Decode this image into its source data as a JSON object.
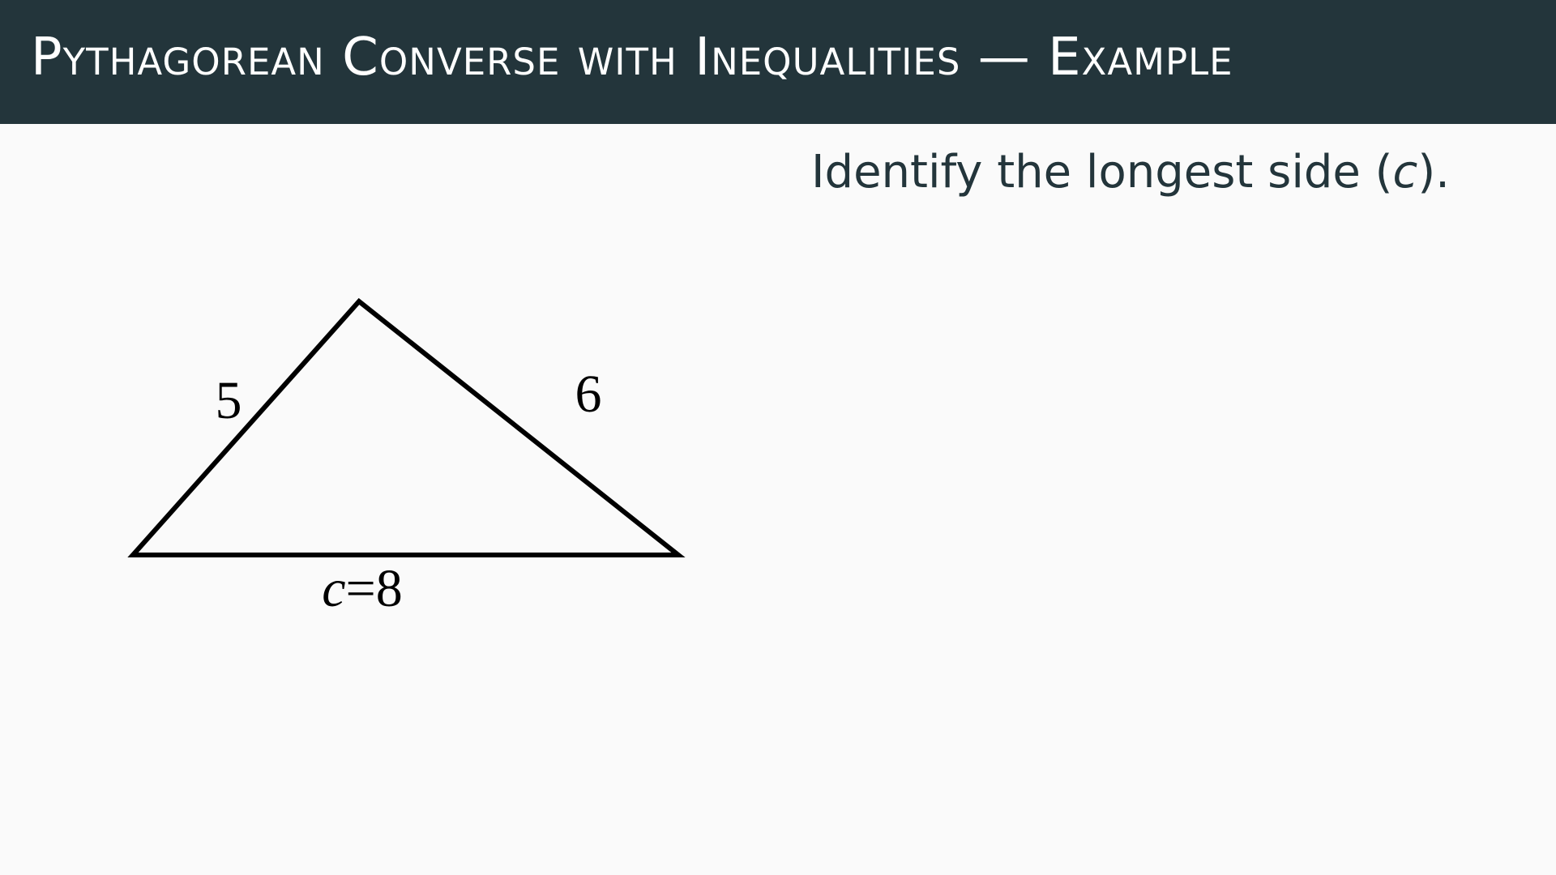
{
  "slide": {
    "title": "Pythagorean Converse with Inequalities — Example",
    "instruction": {
      "prefix": "Identify the longest side (",
      "variable": "c",
      "suffix": ")."
    }
  },
  "triangle": {
    "side_left": "5",
    "side_right": "6",
    "side_base": {
      "variable": "c",
      "rest": "=8"
    },
    "stroke_color": "#000000"
  },
  "colors": {
    "header_background": "#23353b",
    "header_text": "#ffffff",
    "body_text": "#23353b",
    "page_background": "#fafafa"
  }
}
